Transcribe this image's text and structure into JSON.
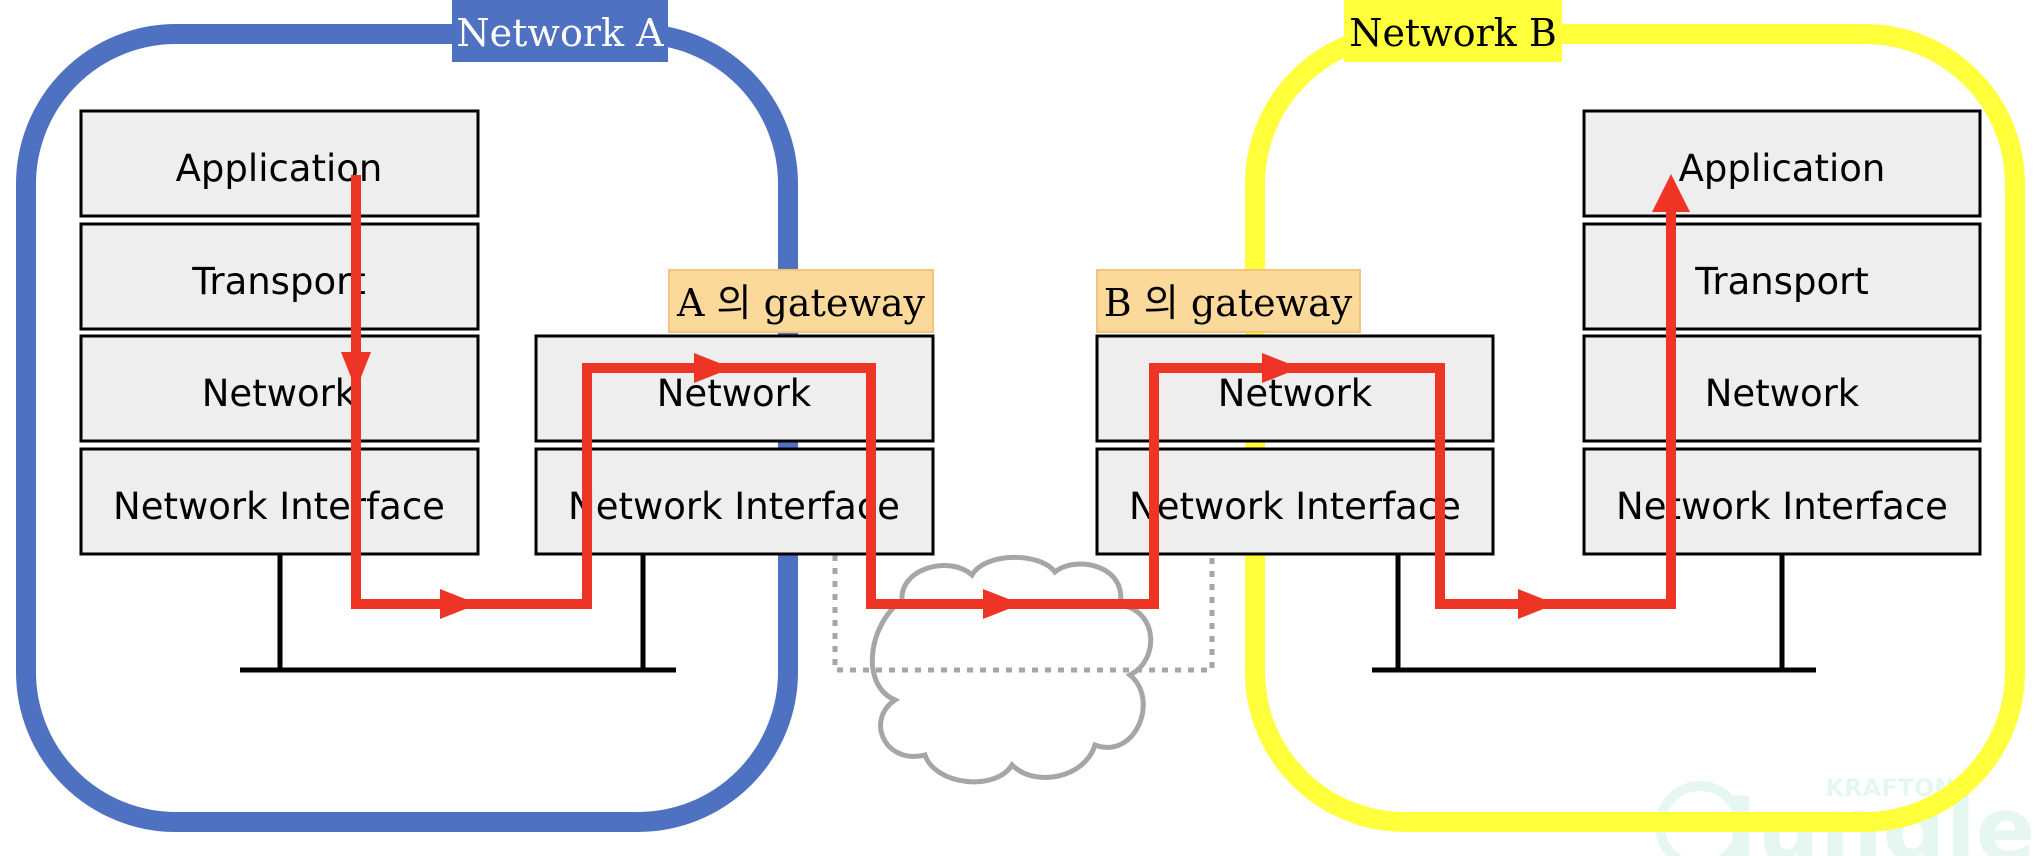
{
  "network_a": {
    "label": "Network A",
    "color": "#4f71c2"
  },
  "network_b": {
    "label": "Network B",
    "color": "#ffff3c"
  },
  "gateway_a": {
    "label": "A 의 gateway"
  },
  "gateway_b": {
    "label": "B 의 gateway"
  },
  "host_a": {
    "layers": [
      "Application",
      "Transport",
      "Network",
      "Network Interface"
    ]
  },
  "router_a": {
    "layers": [
      "Network",
      "Network Interface"
    ]
  },
  "router_b": {
    "layers": [
      "Network",
      "Network Interface"
    ]
  },
  "host_b": {
    "layers": [
      "Application",
      "Transport",
      "Network",
      "Network Interface"
    ]
  },
  "watermark": {
    "brand": "KRAFTON",
    "name": "Jungle"
  },
  "colors": {
    "path": "#ee3424",
    "layer_fill": "#eeeeee",
    "gateway_label_bg": "#fbd99b",
    "cloud": "#a6a6a6"
  }
}
